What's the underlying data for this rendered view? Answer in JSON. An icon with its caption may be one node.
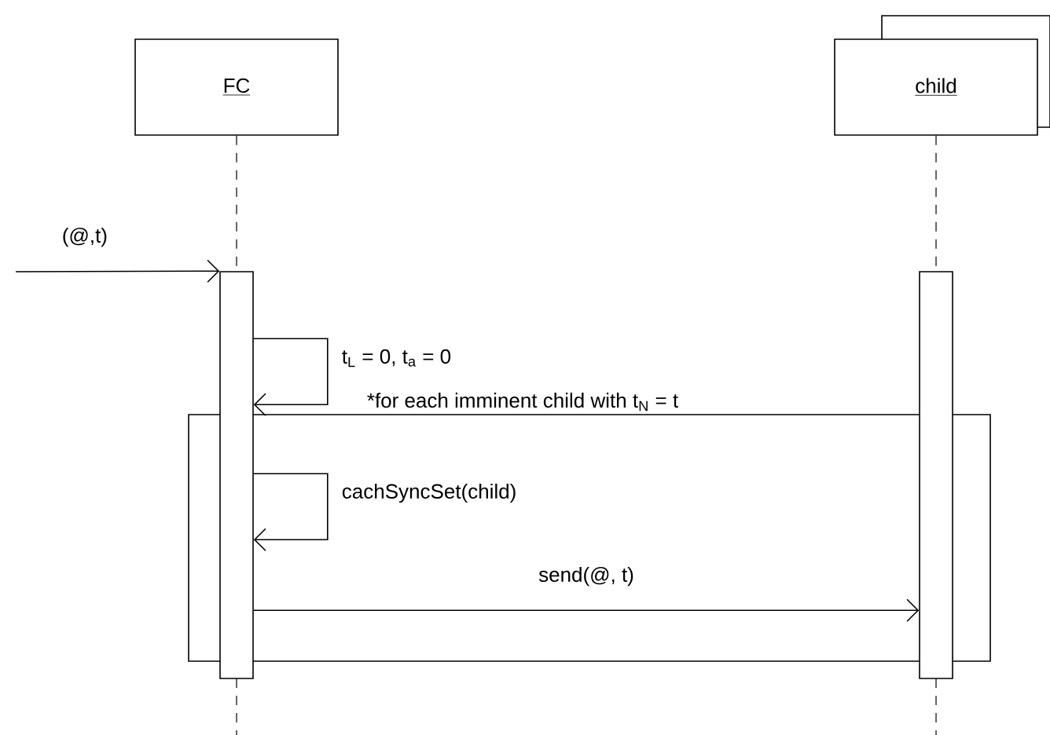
{
  "diagram": {
    "nodes": [
      {
        "text": [
          "FC"
        ]
      },
      {
        "text": [
          "child"
        ]
      },
      {
        "text": [],
        "shape": "bar"
      },
      {
        "text": [],
        "shape": "bar"
      }
    ],
    "edges": [
      {
        "from": 0,
        "to": 2,
        "arrow": "none",
        "style": "dashed"
      },
      {
        "from": 1,
        "to": 3,
        "arrow": "none",
        "style": "dashed"
      },
      {
        "from": null,
        "to": 2,
        "arrow": "to",
        "label": "(@,t)"
      },
      {
        "from": 2,
        "to": 2,
        "arrow": "to",
        "label": "t$_{L}$ = 0, t$_{a}$ = 0"
      },
      {
        "from": 2,
        "to": 2,
        "arrow": "to",
        "label": "cachSyncSet(child)"
      },
      {
        "from": 2,
        "to": 3,
        "arrow": "to",
        "label": "send(@, t)"
      }
    ],
    "labels": [
      "*for each imminent child with t$_{N}$ = t"
    ]
  }
}
